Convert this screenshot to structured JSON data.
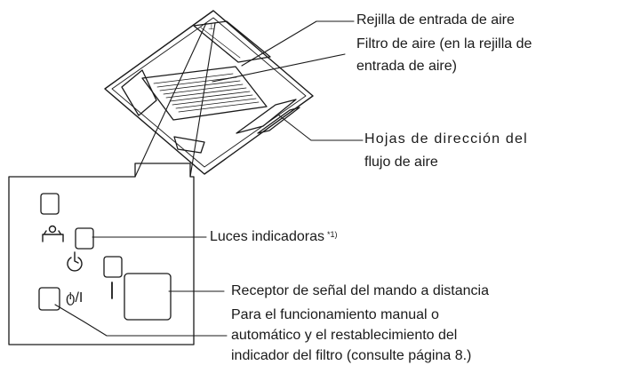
{
  "labels": {
    "air_inlet_grille": "Rejilla de entrada de aire",
    "air_filter_line1": "Filtro de aire (en la rejilla de",
    "air_filter_line2": "entrada de aire)",
    "louvers_line1": "Hojas de dirección del",
    "louvers_line2": "flujo de aire",
    "indicator_lights": "Luces indicadoras",
    "indicator_note": "*1)",
    "signal_receiver": "Receptor de señal del mando a distancia",
    "manual_button_line1": "Para el funcionamiento manual o",
    "manual_button_line2": "automático y el restablecimiento del",
    "manual_button_line3": "indicador del filtro (consulte página 8.)"
  },
  "panel_symbols": {
    "filter_icon": "filter-reset-symbol",
    "timer_icon": "timer-symbol",
    "power_label": "ტ/I"
  },
  "colors": {
    "line": "#1a1a1a",
    "background": "#ffffff"
  }
}
